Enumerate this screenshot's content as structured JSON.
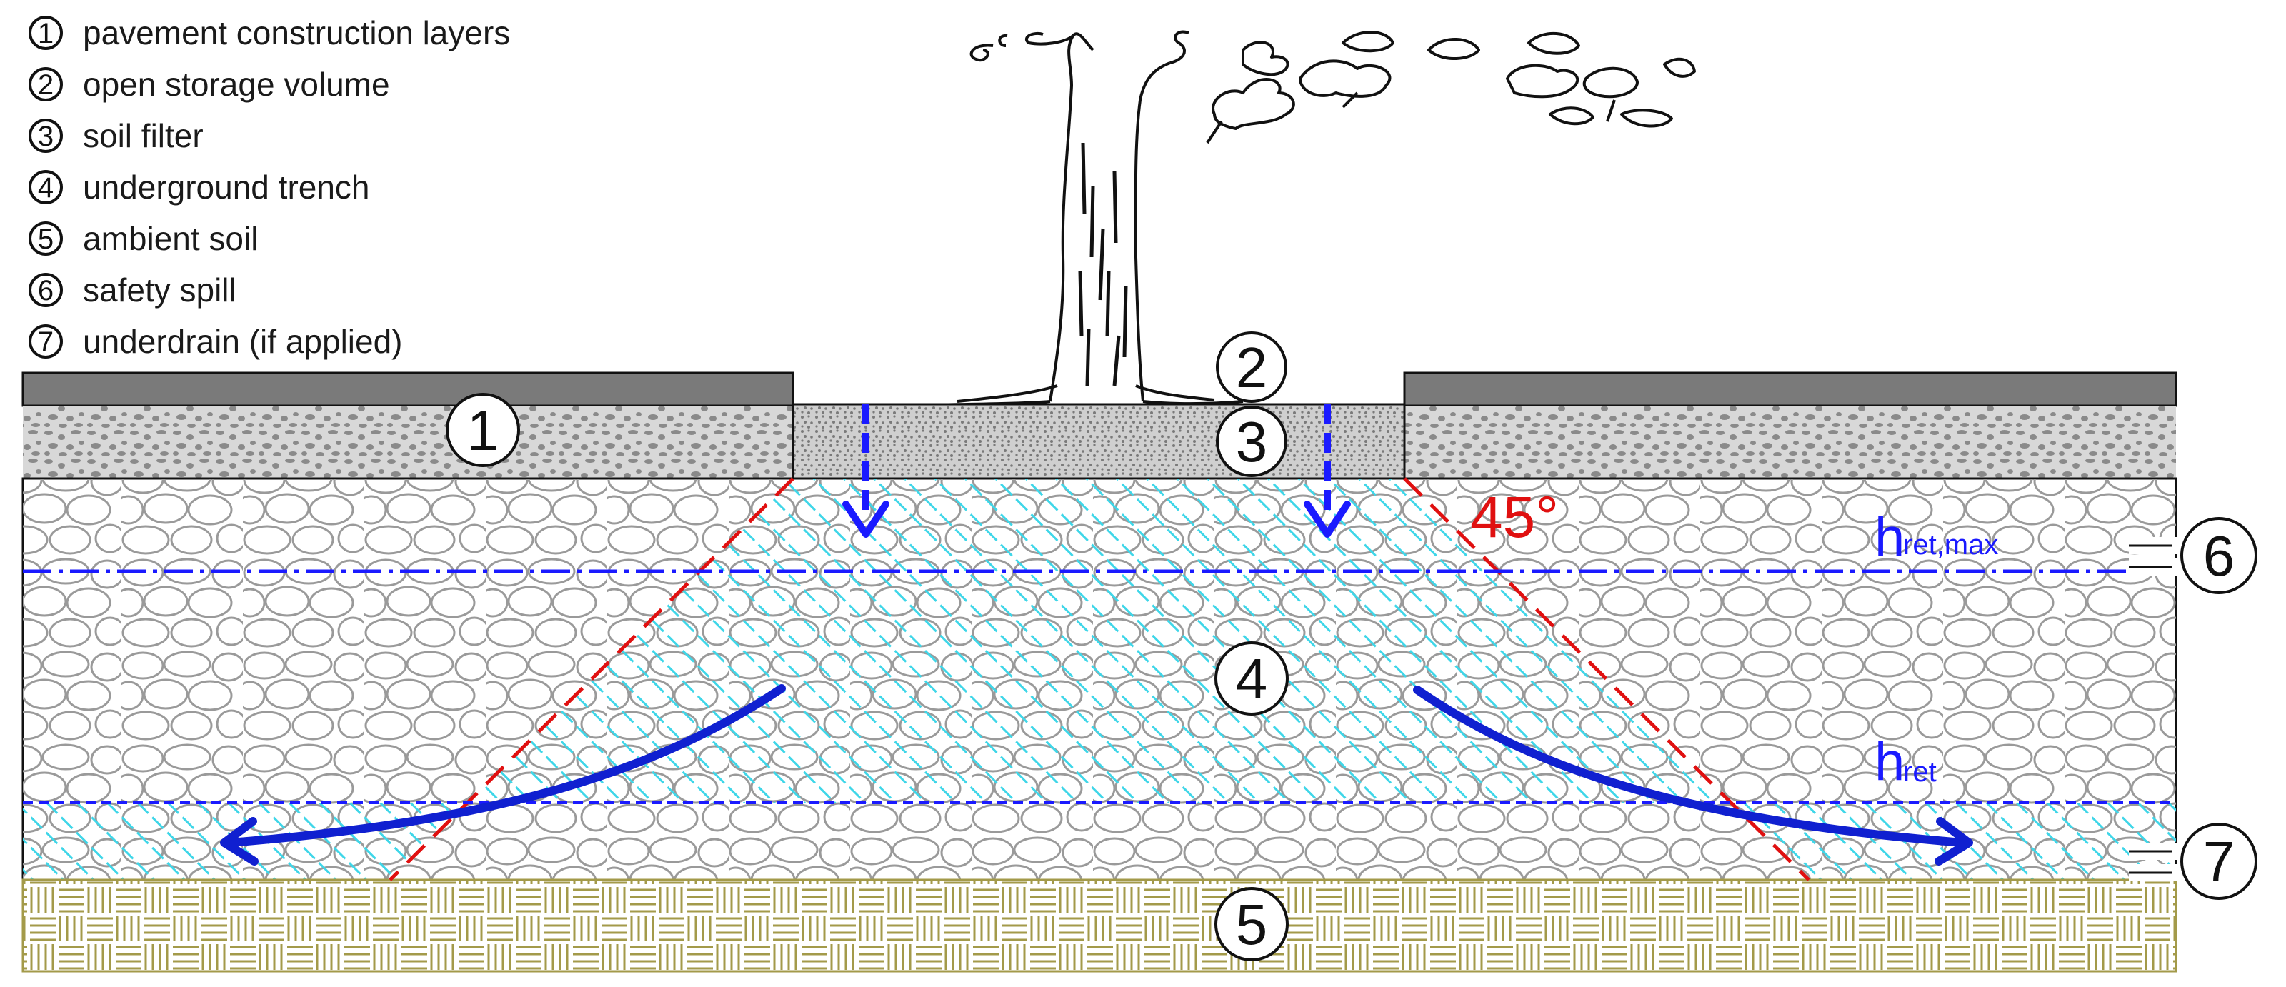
{
  "legend": [
    {
      "num": "1",
      "label": "pavement construction layers"
    },
    {
      "num": "2",
      "label": "open storage volume"
    },
    {
      "num": "3",
      "label": "soil filter"
    },
    {
      "num": "4",
      "label": "underground trench"
    },
    {
      "num": "5",
      "label": "ambient soil"
    },
    {
      "num": "6",
      "label": "safety spill"
    },
    {
      "num": "7",
      "label": "underdrain (if applied)"
    }
  ],
  "callouts": {
    "c1": "1",
    "c2": "2",
    "c3": "3",
    "c4": "4",
    "c5": "5",
    "c6": "6",
    "c7": "7"
  },
  "angle": "45°",
  "levels": {
    "h_max_main": "h",
    "h_max_sub": "ret,max",
    "h_ret_main": "h",
    "h_ret_sub": "ret"
  },
  "colors": {
    "pavement_surface": "#7a7a7a",
    "gravel_fill": "#9a9a9a",
    "filter_fill": "#8c8c8c",
    "stone_outline": "#9a9a9a",
    "hatch": "#3fd6e8",
    "angle_line": "#e01010",
    "water_level": "#1a1aff",
    "flow_arrow": "#1020d0",
    "soil_weave": "#a39a4a"
  }
}
